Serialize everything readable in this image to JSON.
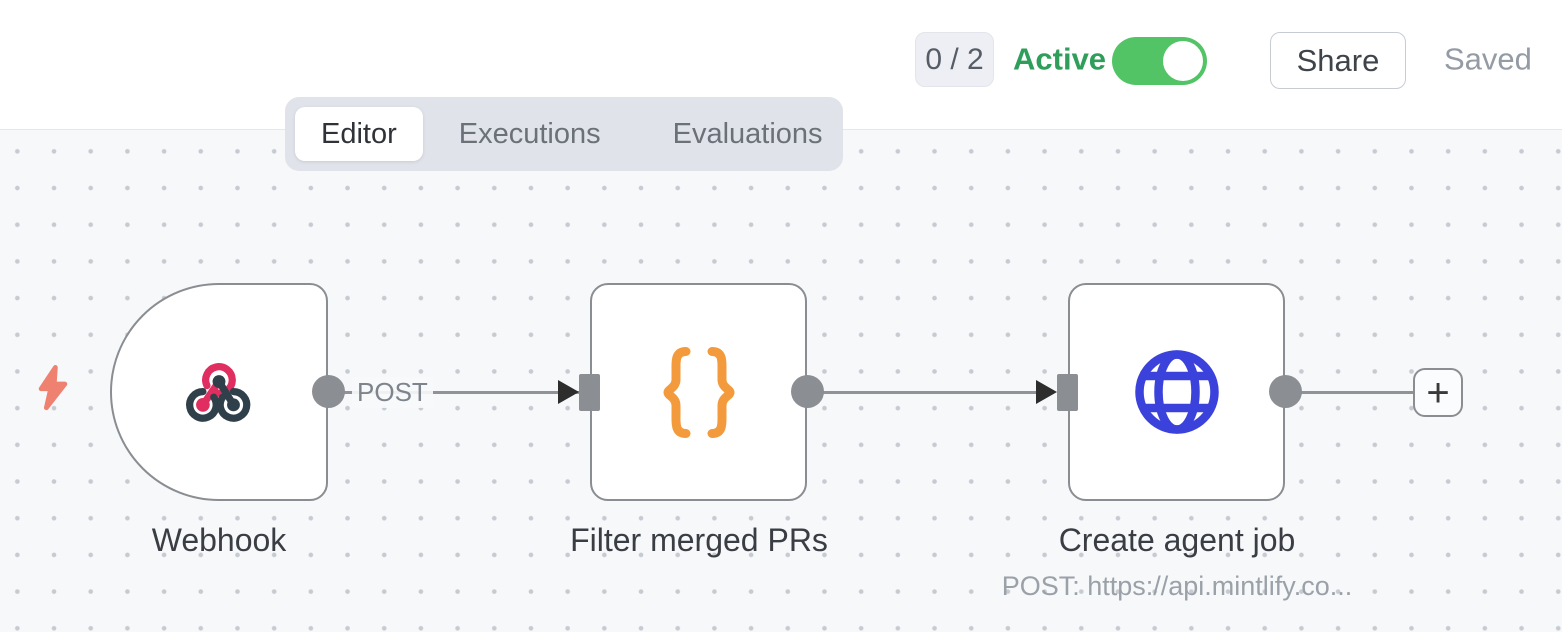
{
  "header": {
    "execution_counter": "0 / 2",
    "active_label": "Active",
    "active_state": "on",
    "share_label": "Share",
    "saved_label": "Saved"
  },
  "tabs": [
    {
      "label": "Editor",
      "active": true
    },
    {
      "label": "Executions",
      "active": false
    },
    {
      "label": "Evaluations",
      "active": false
    }
  ],
  "canvas": {
    "nodes": [
      {
        "name": "Webhook",
        "type": "webhook-trigger",
        "icon": "webhook-icon",
        "output_label": "POST"
      },
      {
        "name": "Filter merged PRs",
        "type": "code",
        "icon": "braces-icon"
      },
      {
        "name": "Create agent job",
        "type": "http-request",
        "icon": "globe-icon",
        "subtitle": "POST: https://api.mintlify.co..."
      }
    ],
    "trigger_hint_icon": "lightning-bolt-icon",
    "add_node_label": "+"
  },
  "colors": {
    "active_text_green": "#2e9e5a",
    "toggle_green": "#52c466",
    "canvas_bg": "#f6f8fa",
    "node_border_gray": "#8a8d91",
    "edge_gray": "#8f9296",
    "webhook_pink": "#df2e5f",
    "webhook_dark": "#30404a",
    "braces_orange": "#f39b3c",
    "globe_blue": "#3b42dc",
    "bolt_coral": "#ef8171"
  }
}
